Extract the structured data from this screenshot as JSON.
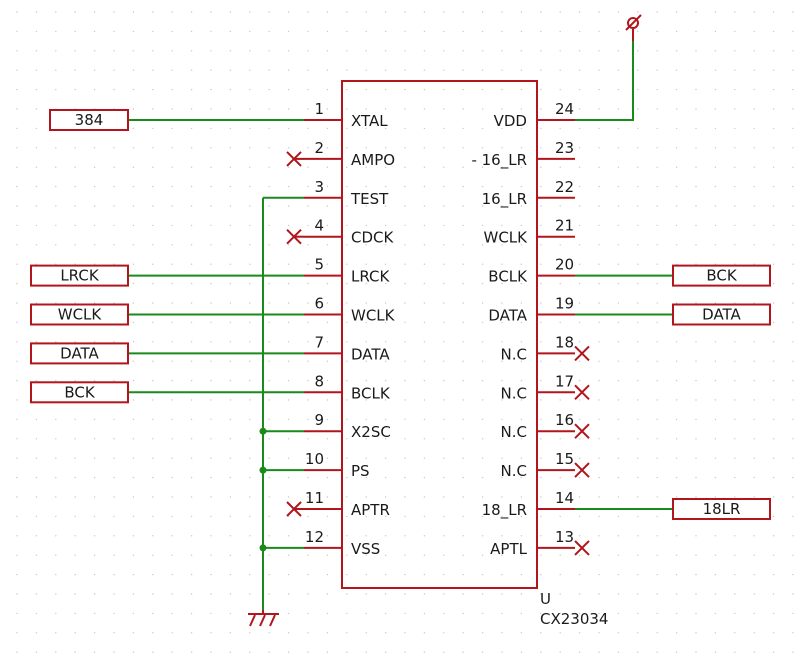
{
  "component": {
    "reference": "U",
    "value": "CX23034",
    "left_pins": [
      {
        "num": "1",
        "name": "XTAL",
        "conn": "label",
        "label": "384"
      },
      {
        "num": "2",
        "name": "AMPO",
        "conn": "nc"
      },
      {
        "num": "3",
        "name": "TEST",
        "conn": "gnd"
      },
      {
        "num": "4",
        "name": "CDCK",
        "conn": "nc"
      },
      {
        "num": "5",
        "name": "LRCK",
        "conn": "label",
        "label": "LRCK"
      },
      {
        "num": "6",
        "name": "WCLK",
        "conn": "label",
        "label": "WCLK"
      },
      {
        "num": "7",
        "name": "DATA",
        "conn": "label",
        "label": "DATA"
      },
      {
        "num": "8",
        "name": "BCLK",
        "conn": "label",
        "label": "BCK"
      },
      {
        "num": "9",
        "name": "X2SC",
        "conn": "gnd"
      },
      {
        "num": "10",
        "name": "PS",
        "conn": "gnd"
      },
      {
        "num": "11",
        "name": "APTR",
        "conn": "nc"
      },
      {
        "num": "12",
        "name": "VSS",
        "conn": "gnd"
      }
    ],
    "right_pins": [
      {
        "num": "24",
        "name": "VDD",
        "conn": "power"
      },
      {
        "num": "23",
        "name": "- 16_LR",
        "conn": "open"
      },
      {
        "num": "22",
        "name": "16_LR",
        "conn": "open"
      },
      {
        "num": "21",
        "name": "WCLK",
        "conn": "open"
      },
      {
        "num": "20",
        "name": "BCLK",
        "conn": "label",
        "label": "BCK"
      },
      {
        "num": "19",
        "name": "DATA",
        "conn": "label",
        "label": "DATA"
      },
      {
        "num": "18",
        "name": "N.C",
        "conn": "nc"
      },
      {
        "num": "17",
        "name": "N.C",
        "conn": "nc"
      },
      {
        "num": "16",
        "name": "N.C",
        "conn": "nc"
      },
      {
        "num": "15",
        "name": "N.C",
        "conn": "nc"
      },
      {
        "num": "14",
        "name": "18_LR",
        "conn": "label",
        "label": "18LR"
      },
      {
        "num": "13",
        "name": "APTL",
        "conn": "nc"
      }
    ]
  },
  "colors": {
    "wire": "#1a8a1a",
    "symbol": "#b0161c",
    "grid": "#c8c8c8"
  }
}
